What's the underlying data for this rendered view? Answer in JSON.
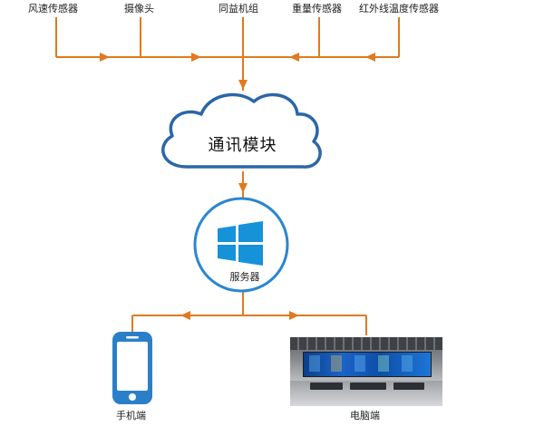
{
  "sensors": {
    "wind": "风速传感器",
    "camera": "摄像头",
    "group": "同益机组",
    "weight": "重量传感器",
    "infrared": "红外线温度传感器"
  },
  "cloud": {
    "label": "通讯模块"
  },
  "server": {
    "label": "服务器",
    "icon": "windows-logo-icon"
  },
  "clients": {
    "mobile": "手机端",
    "pc": "电脑端"
  },
  "colors": {
    "arrow": "#e07a1e",
    "cloud_stroke": "#2b66a8",
    "server_ring": "#2a86d1",
    "phone": "#2a80c8",
    "logo": "#1692d8"
  }
}
